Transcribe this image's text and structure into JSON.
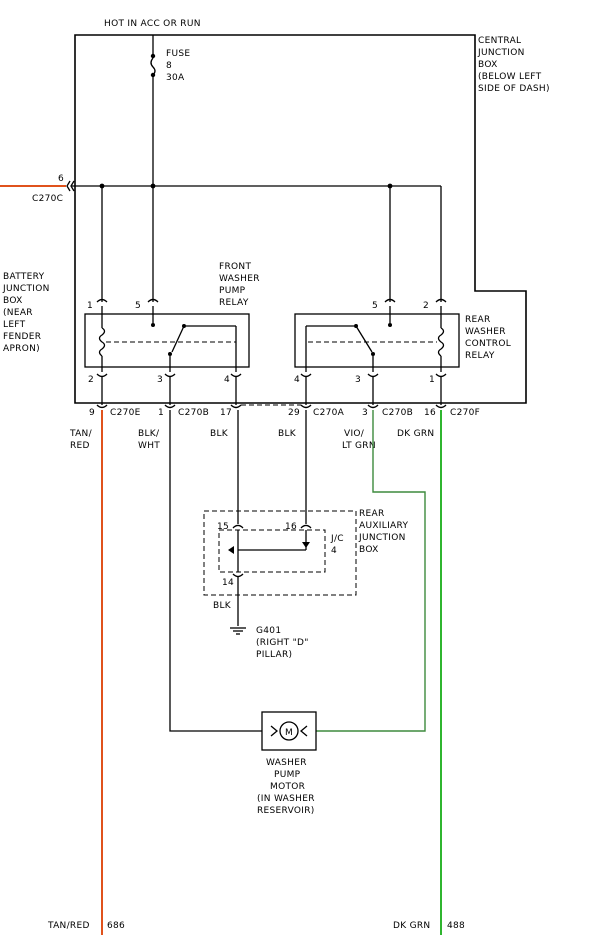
{
  "power": {
    "source": "HOT IN ACC OR RUN",
    "fuse_name": "FUSE",
    "fuse_number": "8",
    "fuse_rating": "30A"
  },
  "central_junction_box": {
    "lines": [
      "CENTRAL",
      "JUNCTION",
      "BOX",
      "(BELOW LEFT",
      "SIDE OF DASH)"
    ]
  },
  "battery_junction_box": {
    "lines": [
      "BATTERY",
      "JUNCTION",
      "BOX",
      "(NEAR",
      "LEFT",
      "FENDER",
      "APRON)"
    ]
  },
  "connector_c270c": {
    "pin": "6",
    "name": "C270C"
  },
  "front_relay": {
    "lines": [
      "FRONT",
      "WASHER",
      "PUMP",
      "RELAY"
    ],
    "top_pins": [
      "1",
      "5"
    ],
    "bottom_pins": [
      "2",
      "3",
      "4"
    ]
  },
  "rear_relay": {
    "lines": [
      "REAR",
      "WASHER",
      "CONTROL",
      "RELAY"
    ],
    "top_pins": [
      "5",
      "2"
    ],
    "bottom_pins": [
      "4",
      "3",
      "1"
    ]
  },
  "bottom_connectors": [
    {
      "pin": "9",
      "name": "C270E"
    },
    {
      "pin": "1",
      "name": "C270B"
    },
    {
      "pin": "17",
      "name": ""
    },
    {
      "pin": "29",
      "name": "C270A"
    },
    {
      "pin": "3",
      "name": "C270B"
    },
    {
      "pin": "16",
      "name": "C270F"
    }
  ],
  "wire_colors": {
    "tan_red": [
      "TAN/",
      "RED"
    ],
    "blk_wht": [
      "BLK/",
      "WHT"
    ],
    "blk_a": "BLK",
    "blk_b": "BLK",
    "vio_ltgrn": [
      "VIO/",
      "LT GRN"
    ],
    "dk_grn": "DK GRN"
  },
  "rear_aux_junction_box": {
    "lines": [
      "REAR",
      "AUXILIARY",
      "JUNCTION",
      "BOX"
    ],
    "pin_a": "15",
    "pin_b": "16",
    "pin_c": "14",
    "jc_lines": [
      "J/C",
      "4"
    ],
    "wire_out": "BLK"
  },
  "ground": {
    "lines": [
      "G401",
      "(RIGHT \"D\"",
      "PILLAR)"
    ]
  },
  "motor": {
    "symbol": "M",
    "lines": [
      "WASHER",
      "PUMP",
      "MOTOR",
      "(IN WASHER",
      "RESERVOIR)"
    ]
  },
  "bottom_labels": {
    "left_color": "TAN/RED",
    "left_circuit": "686",
    "right_color": "DK GRN",
    "right_circuit": "488"
  },
  "colors": {
    "tan_red_wire": "#e0521c",
    "dk_grn_wire": "#2fb52f",
    "vio_ltgrn_wire": "#3d8a3d",
    "ink": "#000000"
  }
}
